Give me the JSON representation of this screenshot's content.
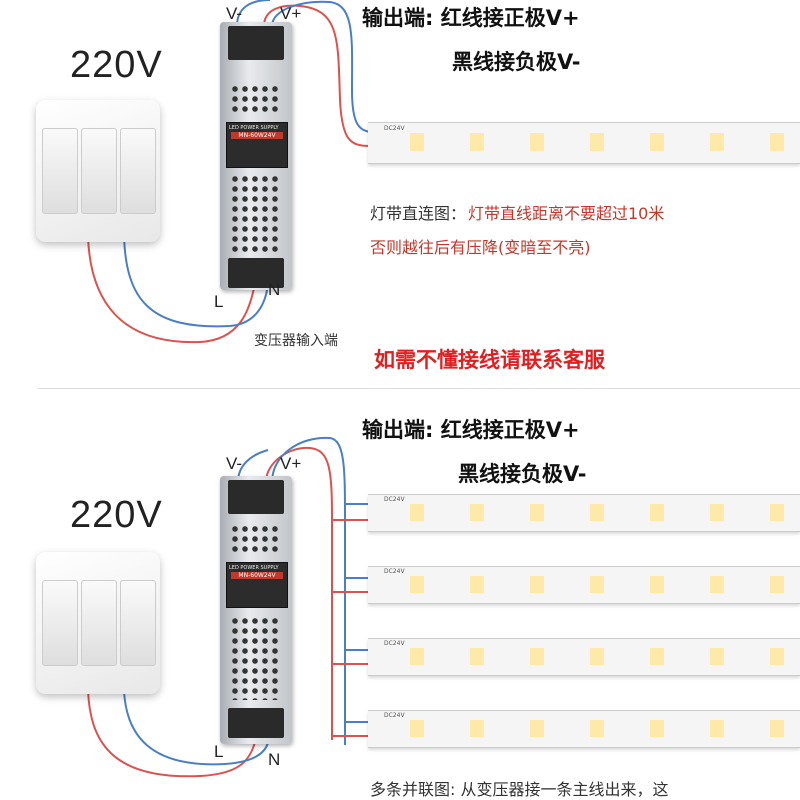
{
  "top": {
    "voltage": "220V",
    "output_title": "输出端: 红线接正极V+",
    "output_sub": "黑线接负极V-",
    "note_prefix": "灯带直连图：",
    "note_red_1": "灯带直线距离不要超过10米",
    "note_red_2": "否则越往后有压降(变暗至不亮)",
    "input_label": "变压器输入端",
    "contact": "如需不懂接线请联系客服",
    "pole_vminus": "V-",
    "pole_vplus": "V+",
    "pole_L": "L",
    "pole_N": "N"
  },
  "bottom": {
    "voltage": "220V",
    "output_title": "输出端: 红线接正极V+",
    "output_sub": "黑线接负极V-",
    "note": "多条并联图: 从变压器接一条主线出来，这",
    "pole_vminus": "V-",
    "pole_vplus": "V+",
    "pole_L": "L",
    "pole_N": "N"
  },
  "psu": {
    "brand": "LED POWER SUPPLY",
    "model": "MN-60W24V"
  },
  "strip": {
    "label": "DC24V"
  },
  "colors": {
    "wire_red": "#d9534f",
    "wire_blue": "#4a7fc1",
    "contact_red": "#e02020",
    "note_red": "#c0392b"
  }
}
